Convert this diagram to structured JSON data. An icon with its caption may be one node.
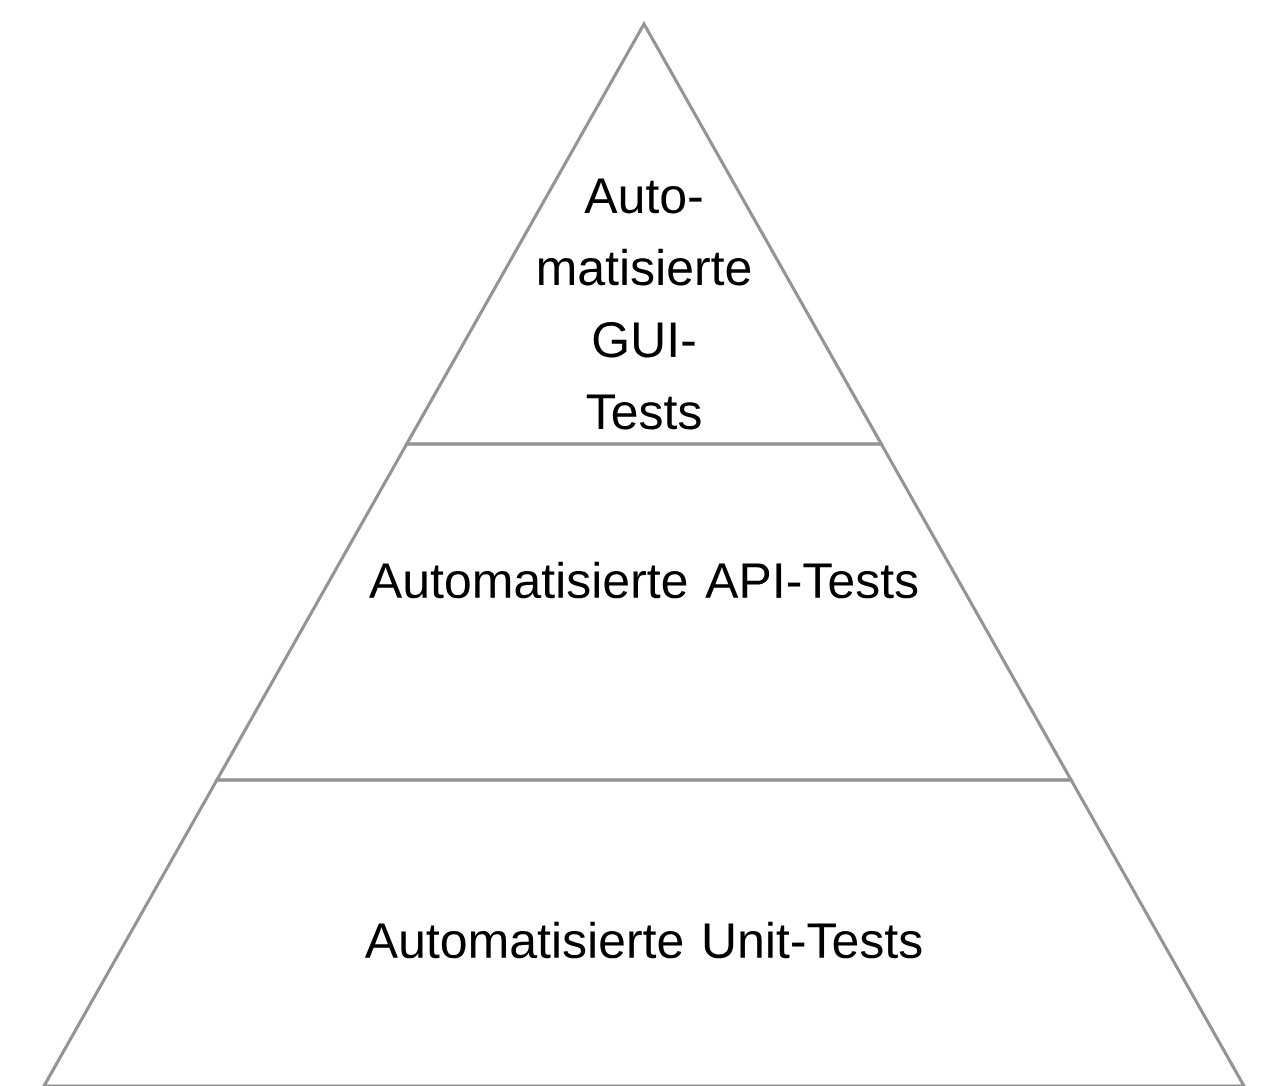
{
  "diagram": {
    "nodes": [
      {
        "text": [
          "Auto- matisierte GUI-Tests"
        ]
      },
      {
        "text": [
          "Automatisierte API-Tests"
        ]
      },
      {
        "text": [
          "Automatisierte Unit-Tests"
        ]
      }
    ]
  }
}
